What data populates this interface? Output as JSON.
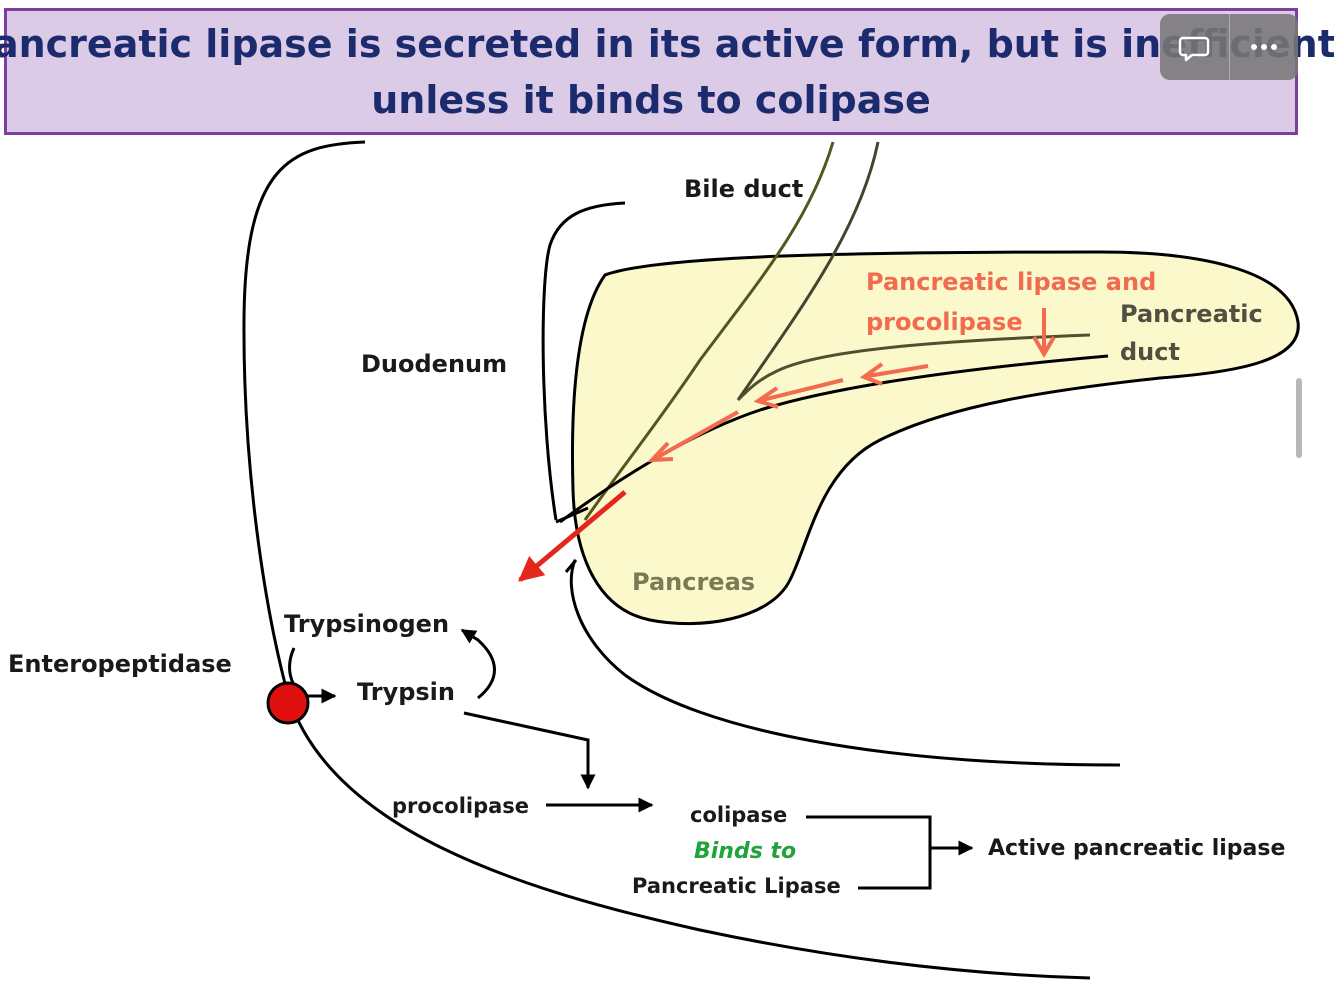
{
  "title": {
    "line1": "Pancreatic lipase is secreted in its active form, but is inefficient",
    "line2": "unless it binds to colipase"
  },
  "labels": {
    "bile_duct": "Bile duct",
    "duodenum": "Duodenum",
    "secretion_line1": "Pancreatic lipase  and",
    "secretion_line2": "procolipase",
    "pancreatic_duct_line1": "Pancreatic",
    "pancreatic_duct_line2": "duct",
    "pancreas": "Pancreas",
    "trypsinogen": "Trypsinogen",
    "enteropeptidase": "Enteropeptidase",
    "trypsin": "Trypsin",
    "procolipase": "procolipase",
    "colipase": "colipase",
    "binds_to": "Binds to",
    "pancreatic_lipase": "Pancreatic Lipase",
    "active_lipase": "Active pancreatic lipase"
  },
  "icons": {
    "overlay_left": "chat-bubble-icon",
    "overlay_right": "more-options-icon"
  },
  "colors": {
    "title_text": "#1c2a6e",
    "title_bg": "#dccbe7",
    "title_border": "#7a3fa0",
    "pancreas_fill": "#fbf8cb",
    "secretion_arrow": "#f26b4f",
    "exit_arrow": "#e5261b",
    "enteropeptidase_dot": "#e01010",
    "binds_to_text": "#1fa33a",
    "label_text": "#1a1a1a",
    "pancreas_label": "#7a7a55"
  }
}
